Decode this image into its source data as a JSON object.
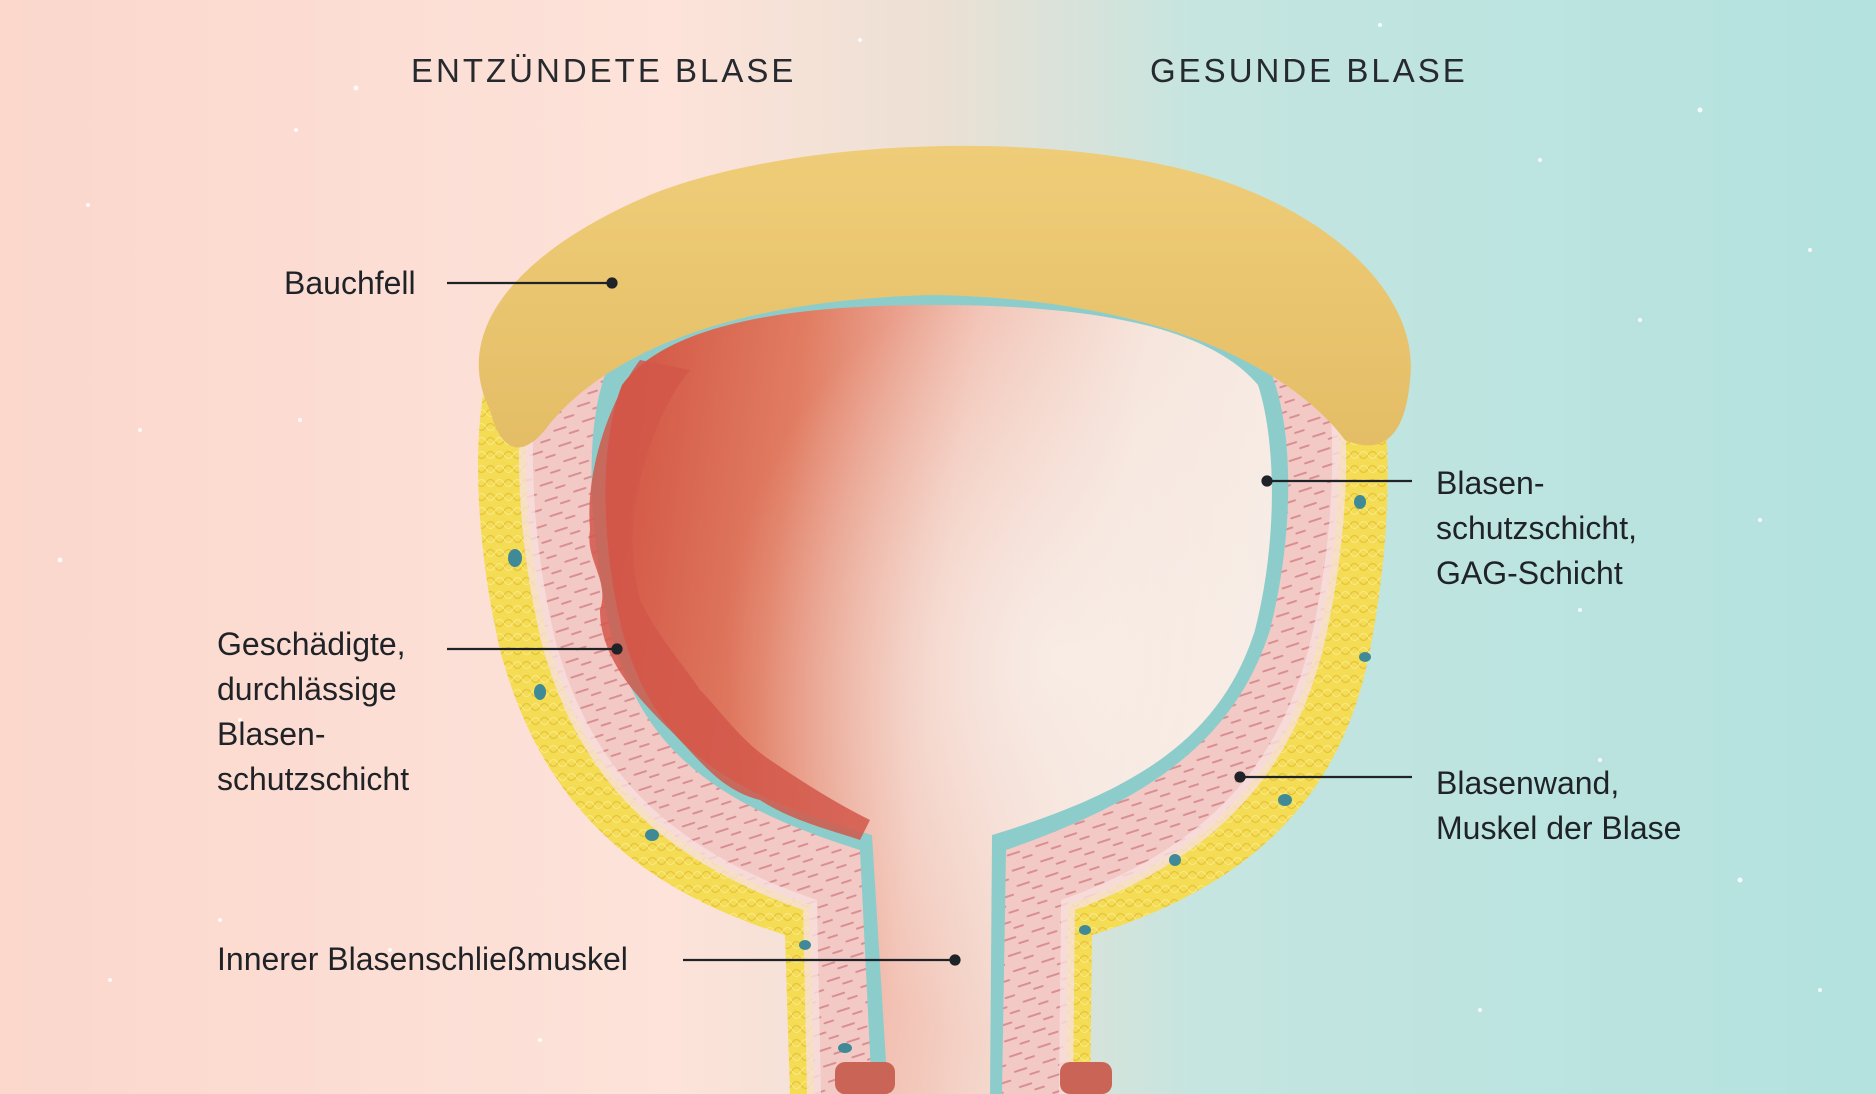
{
  "headings": {
    "inflamed": "ENTZÜNDETE BLASE",
    "healthy": "GESUNDE BLASE"
  },
  "labels": {
    "peritoneum": "Bauchfell",
    "damaged_layer": "Geschädigte,\ndurchlässige\nBlasen-\nschutzschicht",
    "internal_sphincter": "Innerer Blasenschließmuskel",
    "protective_layer": "Blasen-\nschutzschicht,\nGAG-Schicht",
    "bladder_wall": "Blasenwand,\nMuskel der Blase"
  },
  "colors": {
    "background_left": "#fde1d9",
    "background_right": "#b5e3e0",
    "peritoneum": "#ecc873",
    "fat_layer": "#f3dc52",
    "bladder_wall": "#f2c6c4",
    "gag_layer": "#8dcdcd",
    "lumen_inflamed": "#d4584a",
    "lumen_healthy": "#f6e5dc",
    "leader_line": "#1f2328"
  }
}
